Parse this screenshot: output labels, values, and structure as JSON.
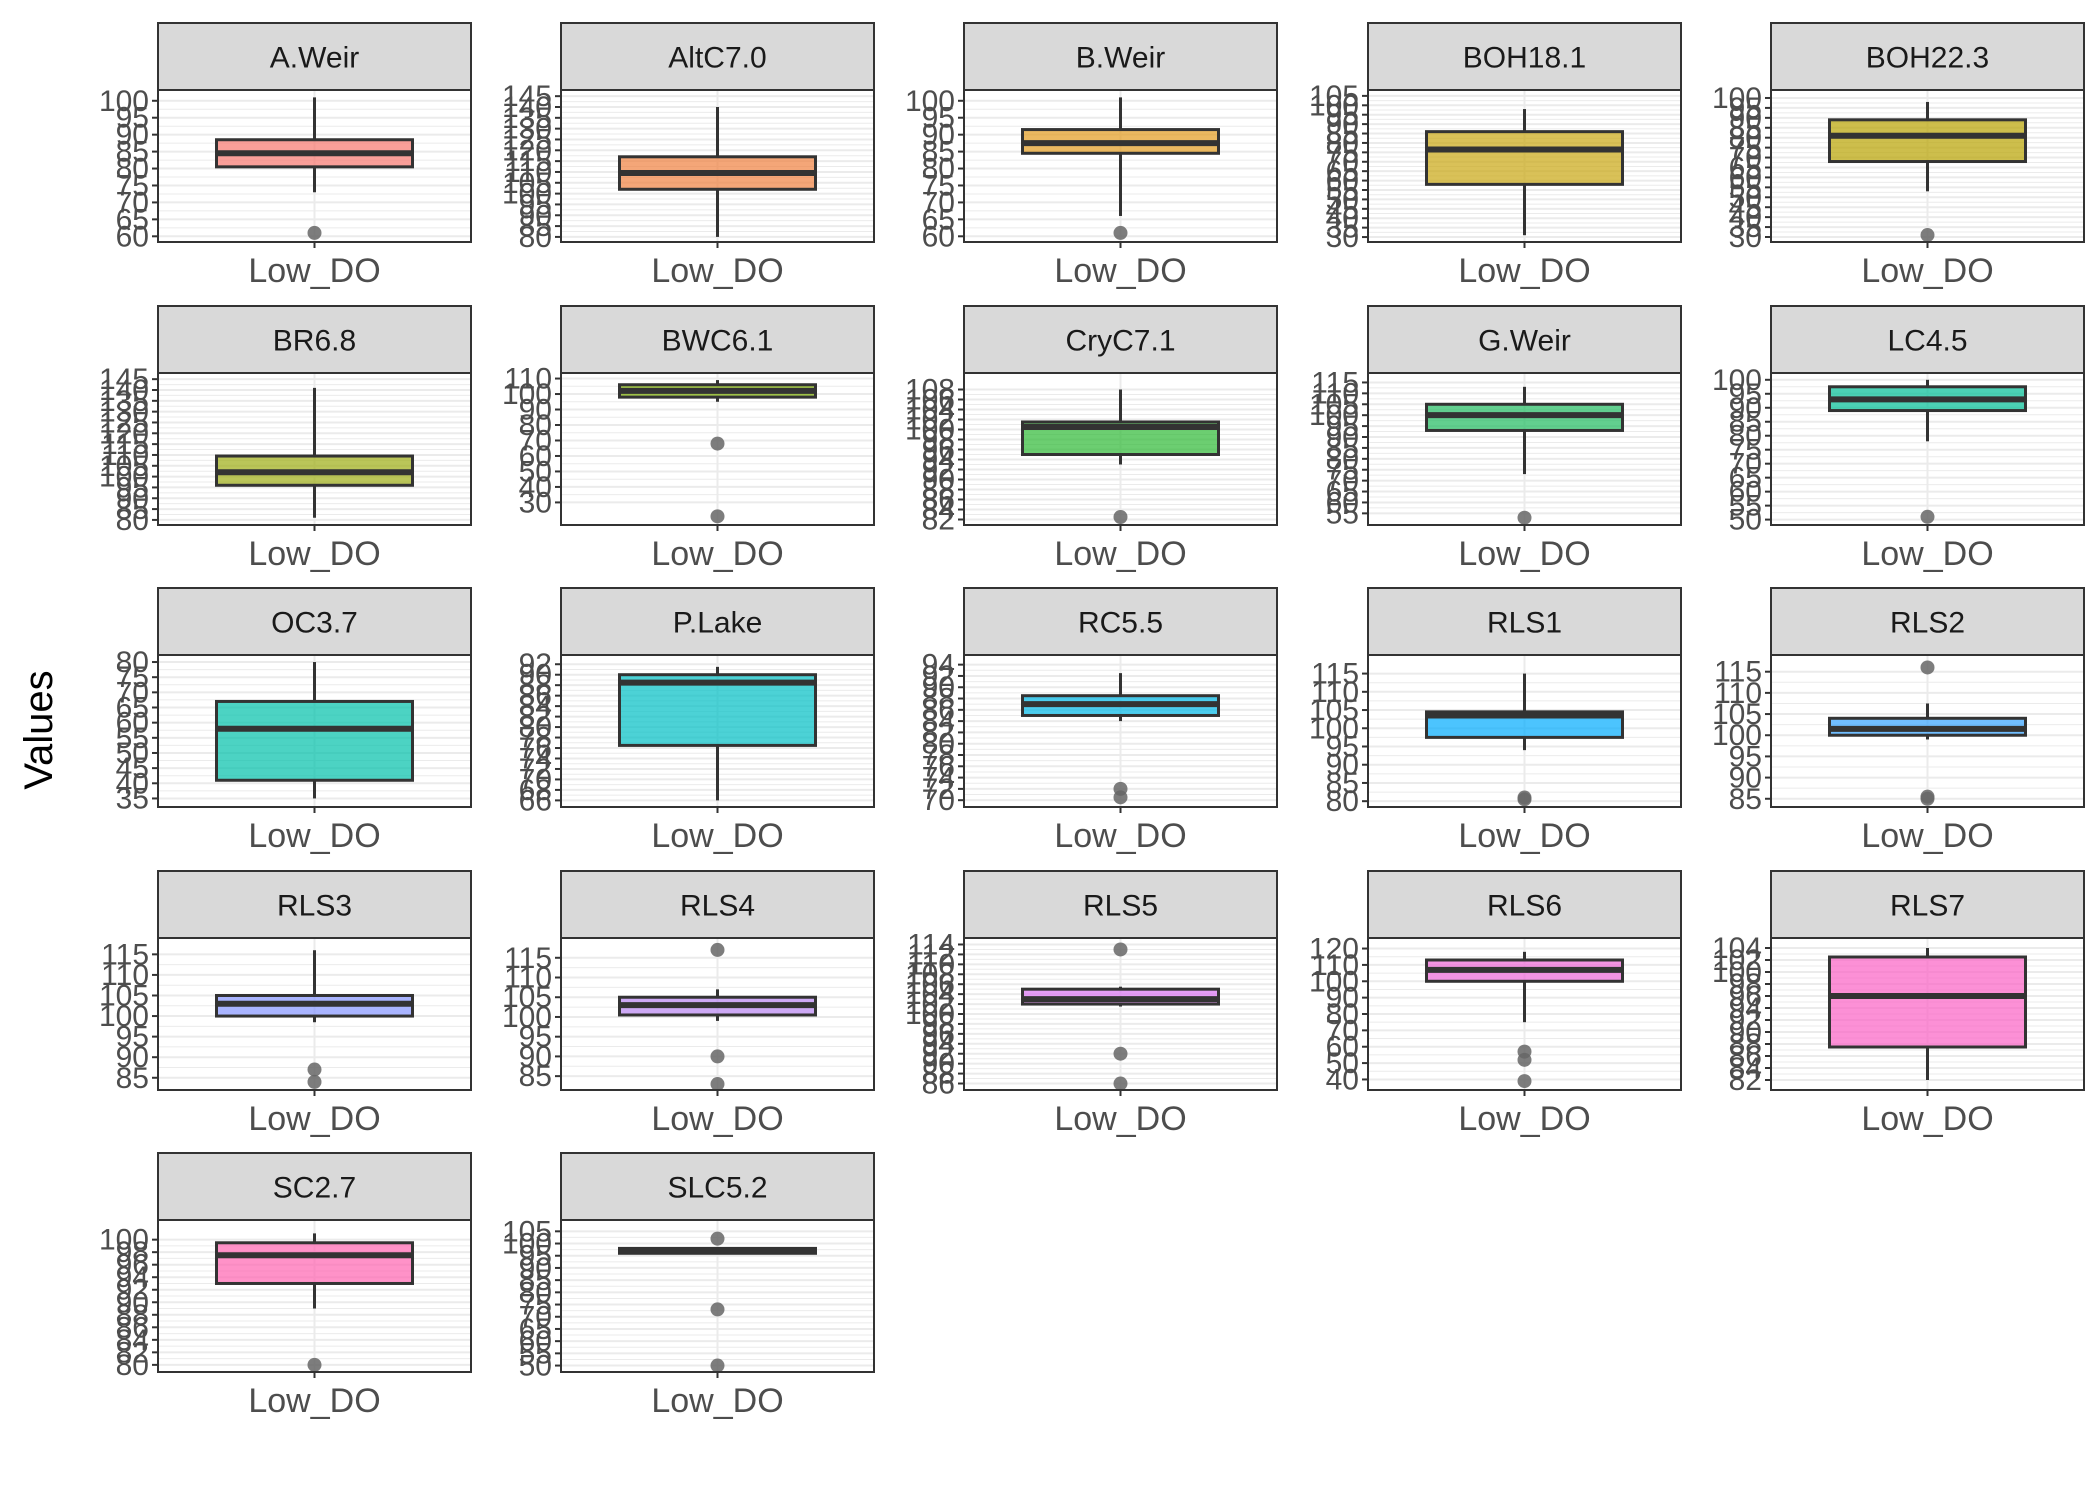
{
  "chart_data": {
    "type": "boxplot",
    "ylabel": "Values",
    "facet_layout": {
      "columns": 5,
      "rows": 5
    },
    "colors": {
      "strip_background": "#d9d9d9",
      "panel_border": "#333333",
      "grid": "#ebebeb",
      "outlier": "#666666"
    },
    "panels": [
      {
        "name": "A.Weir",
        "category": "Low_DO",
        "fill": "#f8766d",
        "ylim": [
          59.5,
          102
        ],
        "ticks": [
          "60",
          "65",
          "70",
          "75",
          "80",
          "85",
          "90",
          "95",
          "100"
        ],
        "box": {
          "q1": 80.5,
          "median": 84.5,
          "q3": 88.5,
          "whisker_low": 73,
          "whisker_high": 101
        },
        "outliers": [
          61
        ]
      },
      {
        "name": "AltC7.0",
        "category": "Low_DO",
        "fill": "#f0803e",
        "ylim": [
          79.5,
          146
        ],
        "ticks": [
          "80",
          "85",
          "90",
          "95",
          "100",
          "105",
          "110",
          "115",
          "120",
          "125",
          "130",
          "135",
          "140",
          "145"
        ],
        "box": {
          "q1": 102,
          "median": 109.5,
          "q3": 117,
          "whisker_low": 80,
          "whisker_high": 140
        },
        "outliers": []
      },
      {
        "name": "B.Weir",
        "category": "Low_DO",
        "fill": "#e39b1e",
        "ylim": [
          59.5,
          102
        ],
        "ticks": [
          "60",
          "65",
          "70",
          "75",
          "80",
          "85",
          "90",
          "95",
          "100"
        ],
        "box": {
          "q1": 84.5,
          "median": 87.5,
          "q3": 91.5,
          "whisker_low": 66,
          "whisker_high": 101
        },
        "outliers": [
          61
        ]
      },
      {
        "name": "BOH18.1",
        "category": "Low_DO",
        "fill": "#c9a611",
        "ylim": [
          29.5,
          106
        ],
        "ticks": [
          "30",
          "35",
          "40",
          "45",
          "50",
          "55",
          "60",
          "65",
          "70",
          "75",
          "80",
          "85",
          "90",
          "95",
          "100",
          "105"
        ],
        "box": {
          "q1": 58,
          "median": 76.5,
          "q3": 86,
          "whisker_low": 31,
          "whisker_high": 98
        },
        "outliers": []
      },
      {
        "name": "BOH22.3",
        "category": "Low_DO",
        "fill": "#b8a200",
        "ylim": [
          29.5,
          102
        ],
        "ticks": [
          "30",
          "35",
          "40",
          "45",
          "50",
          "55",
          "60",
          "65",
          "70",
          "75",
          "80",
          "85",
          "90",
          "95",
          "100"
        ],
        "box": {
          "q1": 68,
          "median": 81,
          "q3": 89,
          "whisker_low": 53,
          "whisker_high": 98
        },
        "outliers": [
          31
        ]
      },
      {
        "name": "BR6.8",
        "category": "Low_DO",
        "fill": "#9dac12",
        "ylim": [
          79.5,
          146
        ],
        "ticks": [
          "80",
          "85",
          "90",
          "95",
          "100",
          "105",
          "110",
          "115",
          "120",
          "125",
          "130",
          "135",
          "140",
          "145"
        ],
        "box": {
          "q1": 96,
          "median": 102,
          "q3": 109.5,
          "whisker_low": 81,
          "whisker_high": 141
        },
        "outliers": []
      },
      {
        "name": "BWC6.1",
        "category": "Low_DO",
        "fill": "#7cae00",
        "ylim": [
          18,
          111
        ],
        "ticks": [
          "30",
          "40",
          "50",
          "60",
          "70",
          "80",
          "90",
          "100",
          "110"
        ],
        "box": {
          "q1": 98,
          "median": 102,
          "q3": 106,
          "whisker_low": 95,
          "whisker_high": 109
        },
        "outliers": [
          68,
          21
        ]
      },
      {
        "name": "CryC7.1",
        "category": "Low_DO",
        "fill": "#2db934",
        "ylim": [
          81.7,
          110.5
        ],
        "ticks": [
          "82",
          "84",
          "86",
          "88",
          "90",
          "92",
          "94",
          "96",
          "98",
          "100",
          "102",
          "104",
          "106",
          "108"
        ],
        "box": {
          "q1": 95,
          "median": 100.5,
          "q3": 101.5,
          "whisker_low": 93,
          "whisker_high": 108
        },
        "outliers": [
          82.5
        ]
      },
      {
        "name": "G.Weir",
        "category": "Low_DO",
        "fill": "#1fba5f",
        "ylim": [
          51.5,
          117.5
        ],
        "ticks": [
          "55",
          "60",
          "65",
          "70",
          "75",
          "80",
          "85",
          "90",
          "95",
          "100",
          "105",
          "110",
          "115"
        ],
        "box": {
          "q1": 93,
          "median": 100,
          "q3": 105,
          "whisker_low": 73,
          "whisker_high": 113
        },
        "outliers": [
          53
        ]
      },
      {
        "name": "LC4.5",
        "category": "Low_DO",
        "fill": "#00bf96",
        "ylim": [
          49.5,
          101
        ],
        "ticks": [
          "50",
          "55",
          "60",
          "65",
          "70",
          "75",
          "80",
          "85",
          "90",
          "95",
          "100"
        ],
        "box": {
          "q1": 89,
          "median": 93,
          "q3": 97.5,
          "whisker_low": 78,
          "whisker_high": 100
        },
        "outliers": [
          51
        ]
      },
      {
        "name": "OC3.7",
        "category": "Low_DO",
        "fill": "#00c0aa",
        "ylim": [
          33.5,
          81
        ],
        "ticks": [
          "35",
          "40",
          "45",
          "50",
          "55",
          "60",
          "65",
          "70",
          "75",
          "80"
        ],
        "box": {
          "q1": 41,
          "median": 58,
          "q3": 67,
          "whisker_low": 35,
          "whisker_high": 80
        },
        "outliers": []
      },
      {
        "name": "P.Lake",
        "category": "Low_DO",
        "fill": "#00bfc4",
        "ylim": [
          65.5,
          93
        ],
        "ticks": [
          "66",
          "68",
          "70",
          "72",
          "74",
          "76",
          "78",
          "80",
          "82",
          "84",
          "86",
          "88",
          "90",
          "92"
        ],
        "box": {
          "q1": 76.5,
          "median": 88.5,
          "q3": 90,
          "whisker_low": 66,
          "whisker_high": 91.5
        },
        "outliers": []
      },
      {
        "name": "RC5.5",
        "category": "Low_DO",
        "fill": "#00b8e7",
        "ylim": [
          69.5,
          95
        ],
        "ticks": [
          "70",
          "72",
          "74",
          "76",
          "78",
          "80",
          "82",
          "84",
          "86",
          "88",
          "90",
          "92",
          "94"
        ],
        "box": {
          "q1": 85,
          "median": 87,
          "q3": 88.5,
          "whisker_low": 84,
          "whisker_high": 92.5
        },
        "outliers": [
          72,
          70.5
        ]
      },
      {
        "name": "RLS1",
        "category": "Low_DO",
        "fill": "#00abfd",
        "ylim": [
          79.5,
          119
        ],
        "ticks": [
          "80",
          "85",
          "90",
          "95",
          "100",
          "105",
          "110",
          "115"
        ],
        "box": {
          "q1": 97.5,
          "median": 103.5,
          "q3": 104.5,
          "whisker_low": 94,
          "whisker_high": 115
        },
        "outliers": [
          81,
          80.5
        ]
      },
      {
        "name": "RLS2",
        "category": "Low_DO",
        "fill": "#35a2ff",
        "ylim": [
          84,
          118
        ],
        "ticks": [
          "85",
          "90",
          "95",
          "100",
          "105",
          "110",
          "115"
        ],
        "box": {
          "q1": 100,
          "median": 101.5,
          "q3": 104,
          "whisker_low": 99,
          "whisker_high": 107.5
        },
        "outliers": [
          116,
          85.5,
          85
        ]
      },
      {
        "name": "RLS3",
        "category": "Low_DO",
        "fill": "#8494ff",
        "ylim": [
          83,
          118
        ],
        "ticks": [
          "85",
          "90",
          "95",
          "100",
          "105",
          "110",
          "115"
        ],
        "box": {
          "q1": 100,
          "median": 103,
          "q3": 105,
          "whisker_low": 98.5,
          "whisker_high": 116
        },
        "outliers": [
          87,
          84
        ]
      },
      {
        "name": "RLS4",
        "category": "Low_DO",
        "fill": "#b884f1",
        "ylim": [
          82.5,
          119
        ],
        "ticks": [
          "85",
          "90",
          "95",
          "100",
          "105",
          "110",
          "115"
        ],
        "box": {
          "q1": 100.5,
          "median": 103,
          "q3": 105,
          "whisker_low": 99,
          "whisker_high": 107
        },
        "outliers": [
          117,
          90,
          83
        ]
      },
      {
        "name": "RLS5",
        "category": "Low_DO",
        "fill": "#d974f1",
        "ylim": [
          85.5,
          114.5
        ],
        "ticks": [
          "86",
          "88",
          "90",
          "92",
          "94",
          "96",
          "98",
          "100",
          "102",
          "104",
          "106",
          "108",
          "110",
          "112",
          "114"
        ],
        "box": {
          "q1": 102,
          "median": 103,
          "q3": 105,
          "whisker_low": 101.5,
          "whisker_high": 105.5
        },
        "outliers": [
          113,
          92,
          86
        ]
      },
      {
        "name": "RLS6",
        "category": "Low_DO",
        "fill": "#ee66d7",
        "ylim": [
          36,
          124
        ],
        "ticks": [
          "40",
          "50",
          "60",
          "70",
          "80",
          "90",
          "100",
          "110",
          "120"
        ],
        "box": {
          "q1": 100,
          "median": 107,
          "q3": 113,
          "whisker_low": 75,
          "whisker_high": 118
        },
        "outliers": [
          57,
          52,
          39
        ]
      },
      {
        "name": "RLS7",
        "category": "Low_DO",
        "fill": "#fb61c4",
        "ylim": [
          81,
          105
        ],
        "ticks": [
          "82",
          "84",
          "86",
          "88",
          "90",
          "92",
          "94",
          "96",
          "98",
          "100",
          "102",
          "104"
        ],
        "box": {
          "q1": 87.5,
          "median": 96,
          "q3": 102.5,
          "whisker_low": 82,
          "whisker_high": 104
        },
        "outliers": []
      },
      {
        "name": "SC2.7",
        "category": "Low_DO",
        "fill": "#ff64b0",
        "ylim": [
          79.5,
          102.5
        ],
        "ticks": [
          "80",
          "82",
          "84",
          "86",
          "88",
          "90",
          "92",
          "94",
          "96",
          "98",
          "100"
        ],
        "box": {
          "q1": 93,
          "median": 97.5,
          "q3": 99.5,
          "whisker_low": 89,
          "whisker_high": 101
        },
        "outliers": [
          80
        ]
      },
      {
        "name": "SLC5.2",
        "category": "Low_DO",
        "fill": "#ff6c93",
        "ylim": [
          49,
          108
        ],
        "ticks": [
          "50",
          "55",
          "60",
          "65",
          "70",
          "75",
          "80",
          "85",
          "90",
          "95",
          "100",
          "105"
        ],
        "box": {
          "q1": 96,
          "median": 97,
          "q3": 98,
          "whisker_low": 96,
          "whisker_high": 98.5
        },
        "outliers": [
          102,
          73,
          50
        ]
      }
    ]
  }
}
